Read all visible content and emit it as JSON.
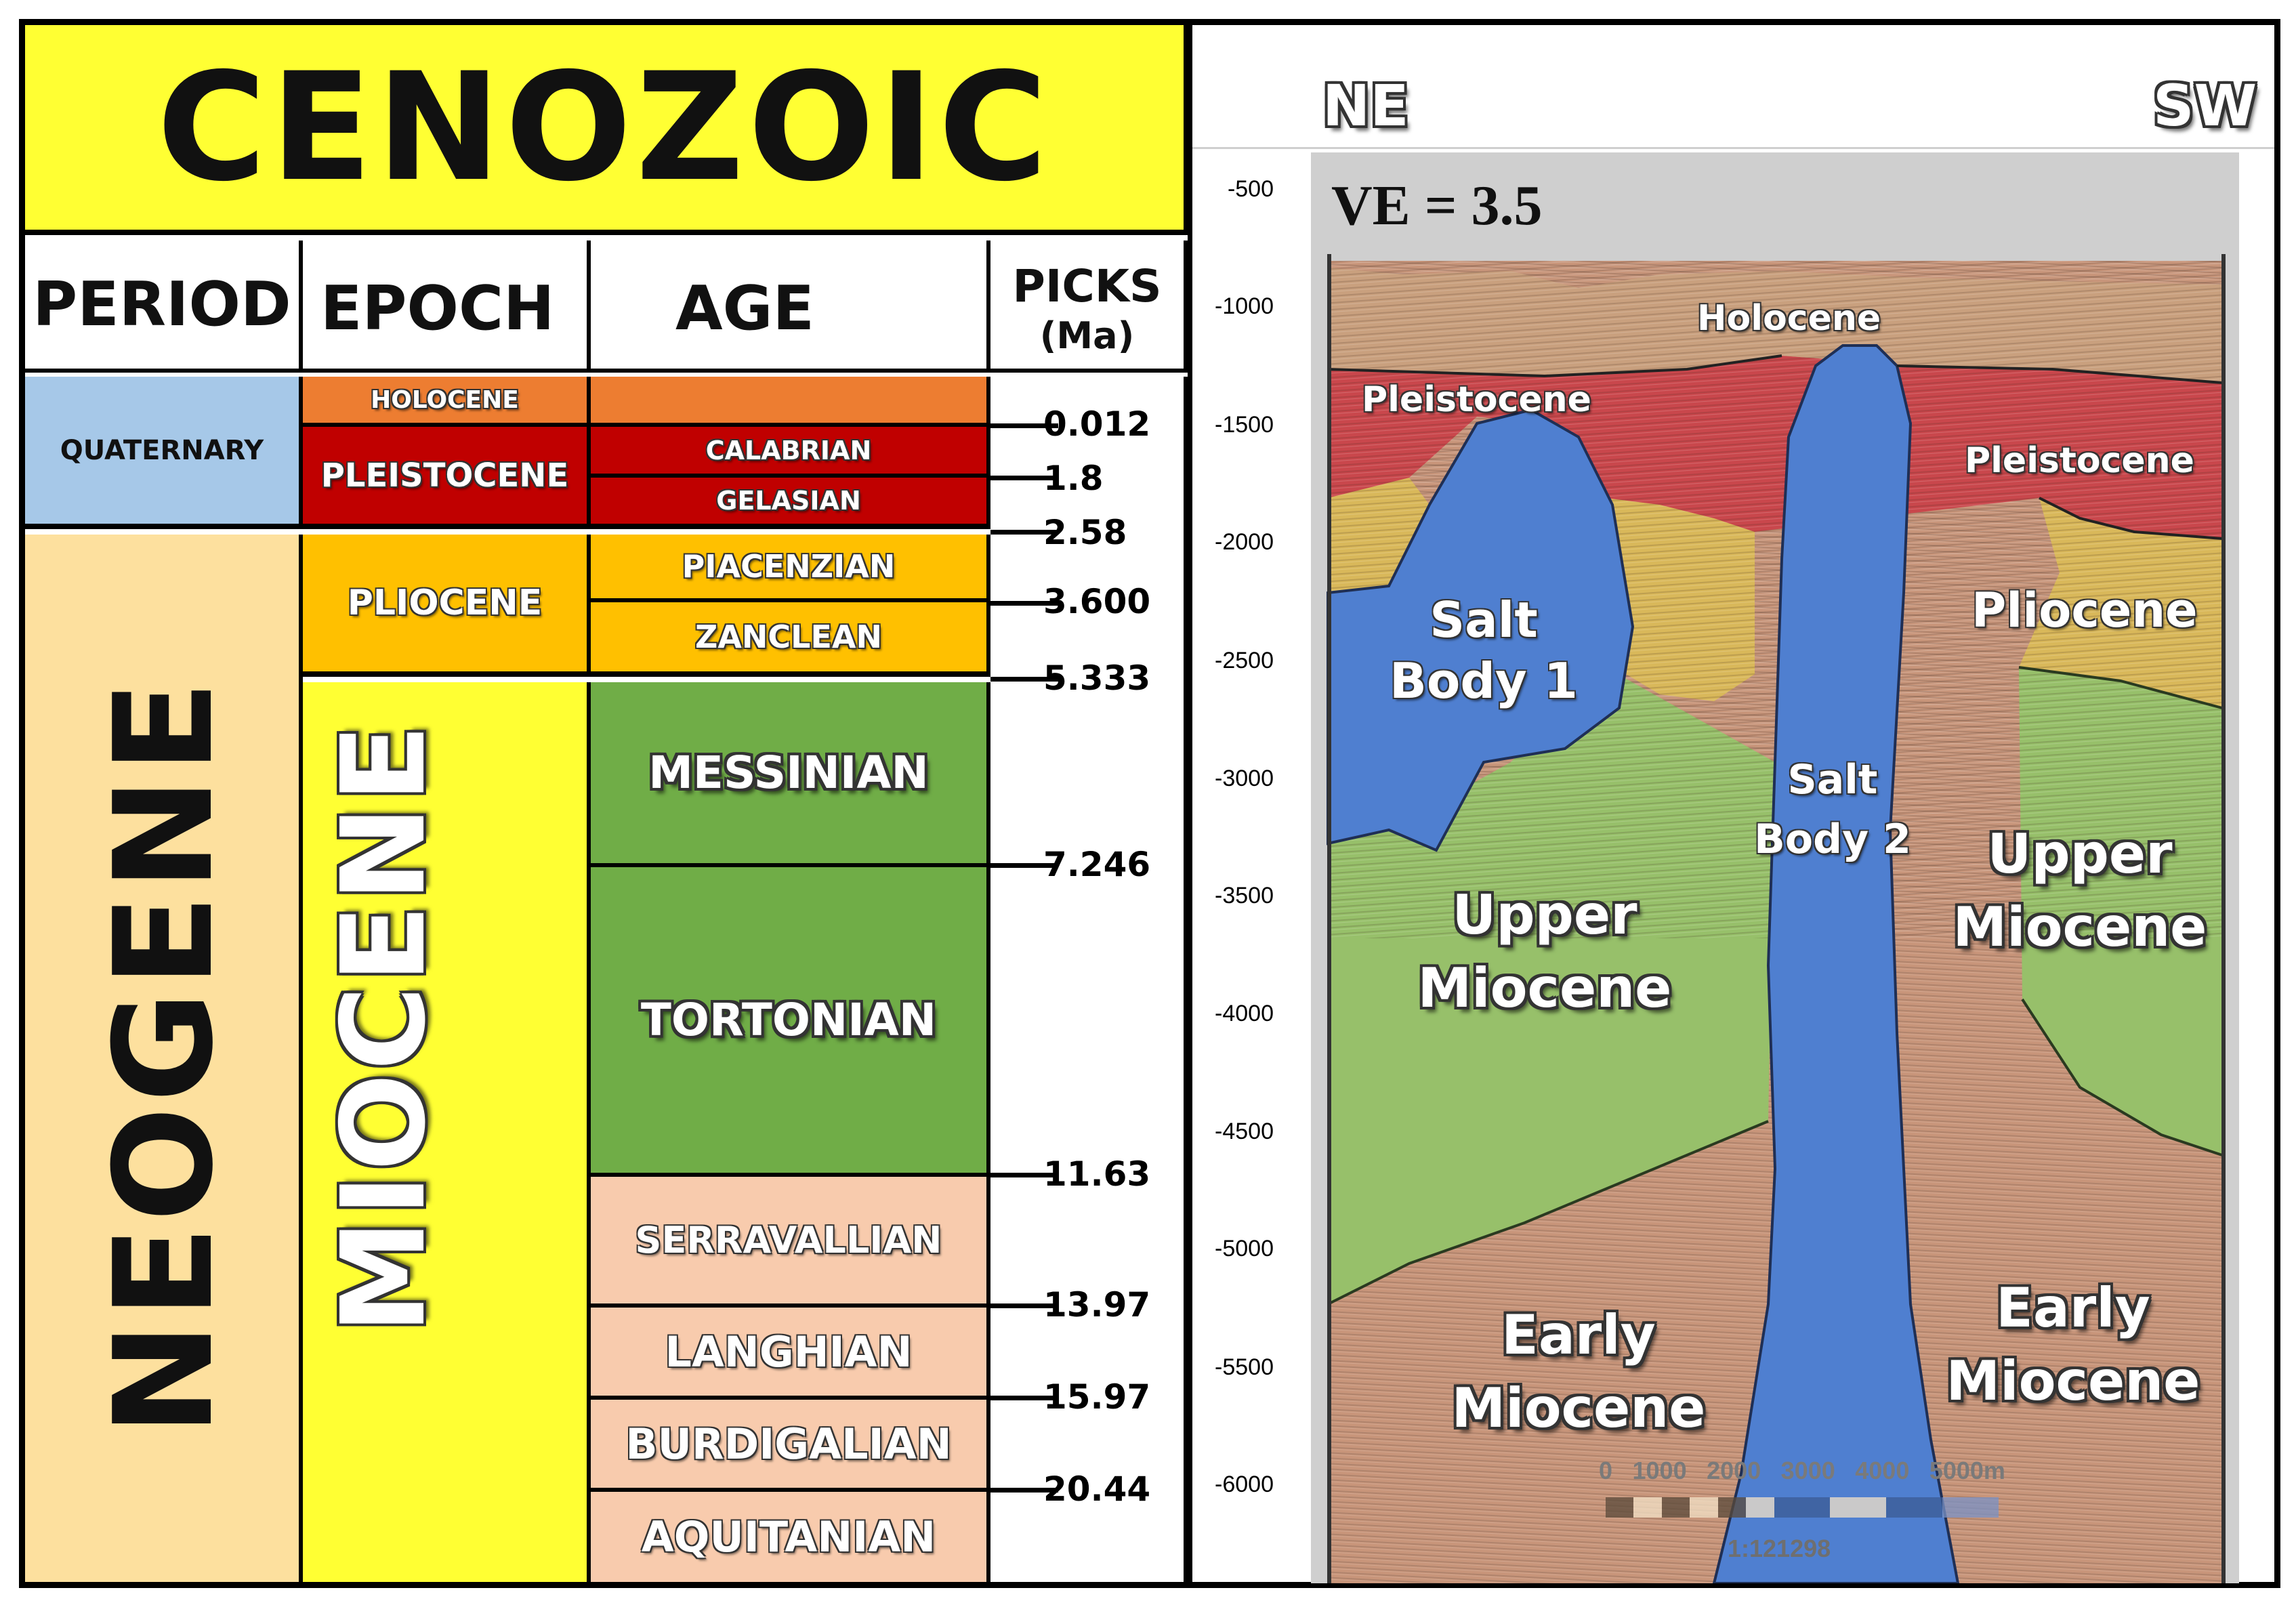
{
  "chart": {
    "title": "CENOZOIC",
    "headers": {
      "period": "PERIOD",
      "epoch": "EPOCH",
      "age": "AGE",
      "picks_line1": "PICKS",
      "picks_line2": "(Ma)"
    },
    "periods": {
      "quaternary": "QUATERNARY",
      "neogene": "NEOGENE"
    },
    "epochs": {
      "holocene": "HOLOCENE",
      "pleistocene": "PLEISTOCENE",
      "pliocene": "PLIOCENE",
      "miocene": "MIOCENE"
    },
    "ages": {
      "calabrian": "CALABRIAN",
      "gelasian": "GELASIAN",
      "piacenzian": "PIACENZIAN",
      "zanclean": "ZANCLEAN",
      "messinian": "MESSINIAN",
      "tortonian": "TORTONIAN",
      "serravallian": "SERRAVALLIAN",
      "langhian": "LANGHIAN",
      "burdigalian": "BURDIGALIAN",
      "aquitanian": "AQUITANIAN"
    },
    "picks": [
      "0.012",
      "1.8",
      "2.58",
      "3.600",
      "5.333",
      "7.246",
      "11.63",
      "13.97",
      "15.97",
      "20.44"
    ],
    "colors": {
      "cenozoic": "#ffff33",
      "quaternary": "#a6c8e8",
      "neogene": "#fde09e",
      "holocene": "#ed7d31",
      "pleistocene": "#c00000",
      "pliocene": "#ffc000",
      "miocene": "#ffff33",
      "late_miocene_ages": "#70ad47",
      "early_mid_miocene_ages": "#f8cbad"
    }
  },
  "section": {
    "left_label": "NE",
    "right_label": "SW",
    "ve": "VE = 3.5",
    "depth_ticks": [
      "-500",
      "-1000",
      "-1500",
      "-2000",
      "-2500",
      "-3000",
      "-3500",
      "-4000",
      "-4500",
      "-5000",
      "-5500",
      "-6000"
    ],
    "labels": {
      "holocene": "Holocene",
      "pleistocene_left": "Pleistocene",
      "pleistocene_right": "Pleistocene",
      "pliocene": "Pliocene",
      "salt1_line1": "Salt",
      "salt1_line2": "Body 1",
      "salt2_line1": "Salt",
      "salt2_line2": "Body 2",
      "upper_miocene_left_1": "Upper",
      "upper_miocene_left_2": "Miocene",
      "upper_miocene_right_1": "Upper",
      "upper_miocene_right_2": "Miocene",
      "early_miocene_left_1": "Early",
      "early_miocene_left_2": "Miocene",
      "early_miocene_right_1": "Early",
      "early_miocene_right_2": "Miocene"
    },
    "scalebar": {
      "ticks": [
        "0",
        "1000",
        "2000",
        "3000",
        "4000",
        "5000m"
      ],
      "ratio": "1:121298"
    },
    "colors": {
      "holocene": "#c9a07e",
      "pleistocene": "#c9474c",
      "pliocene": "#d9b85a",
      "upper_miocene": "#97c06a",
      "early_miocene": "#c8957a",
      "salt": "#4f7fd0"
    }
  }
}
